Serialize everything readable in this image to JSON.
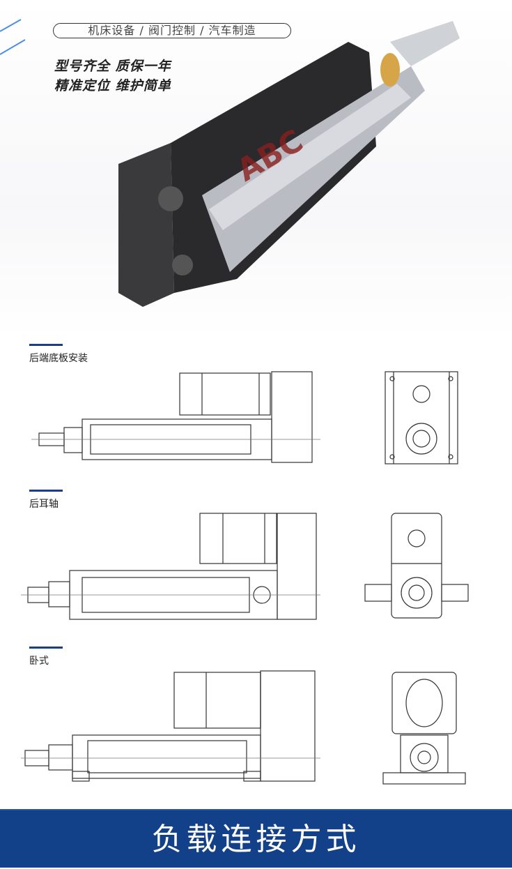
{
  "hero": {
    "tagline": "机床设备 / 阀门控制 / 汽车制造",
    "slogan_line1": "型号齐全  质保一年",
    "slogan_line2": "精准定位  维护简单",
    "logo_text": "ABC",
    "accent": "#12418a"
  },
  "sections": [
    {
      "label": "后端底板安装"
    },
    {
      "label": "后耳轴"
    },
    {
      "label": "卧式"
    }
  ],
  "footer": {
    "title": "负载连接方式"
  }
}
